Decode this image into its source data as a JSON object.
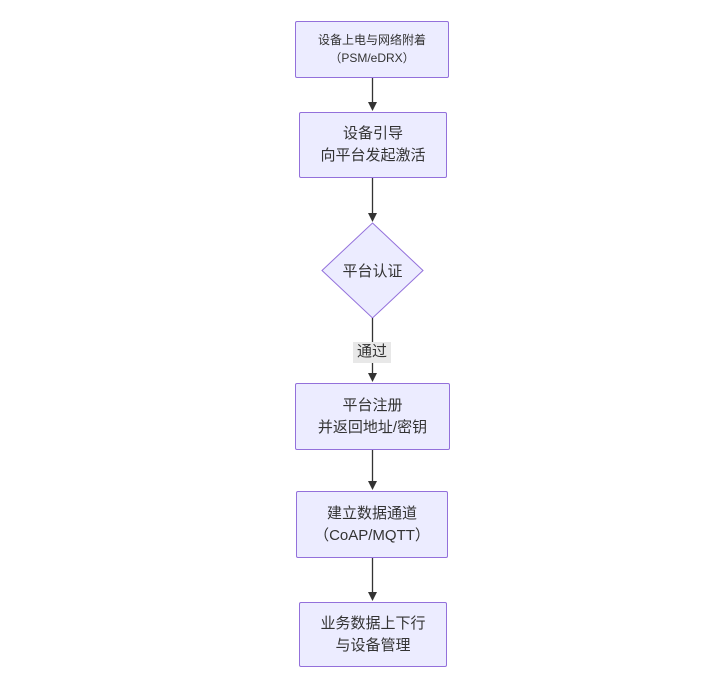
{
  "diagram": {
    "type": "flowchart",
    "direction": "top-down",
    "colors": {
      "node_fill": "#ececff",
      "node_border": "#9370db",
      "edge": "#333333",
      "edge_label_bg": "#e8e8e8",
      "text": "#333333",
      "background": "#ffffff"
    },
    "nodes": [
      {
        "id": "power-attach",
        "shape": "rect",
        "lines": [
          "设备上电与网络附着",
          "（PSM/eDRX）"
        ]
      },
      {
        "id": "bootstrap",
        "shape": "rect",
        "lines": [
          "设备引导",
          "向平台发起激活"
        ]
      },
      {
        "id": "platform-auth",
        "shape": "diamond",
        "lines": [
          "平台认证"
        ]
      },
      {
        "id": "platform-register",
        "shape": "rect",
        "lines": [
          "平台注册",
          "并返回地址/密钥"
        ]
      },
      {
        "id": "data-channel",
        "shape": "rect",
        "lines": [
          "建立数据通道",
          "（CoAP/MQTT）"
        ]
      },
      {
        "id": "business-data",
        "shape": "rect",
        "lines": [
          "业务数据上下行",
          "与设备管理"
        ]
      }
    ],
    "edges": [
      {
        "from": "power-attach",
        "to": "bootstrap",
        "label": ""
      },
      {
        "from": "bootstrap",
        "to": "platform-auth",
        "label": ""
      },
      {
        "from": "platform-auth",
        "to": "platform-register",
        "label": "通过"
      },
      {
        "from": "platform-register",
        "to": "data-channel",
        "label": ""
      },
      {
        "from": "data-channel",
        "to": "business-data",
        "label": ""
      }
    ]
  }
}
